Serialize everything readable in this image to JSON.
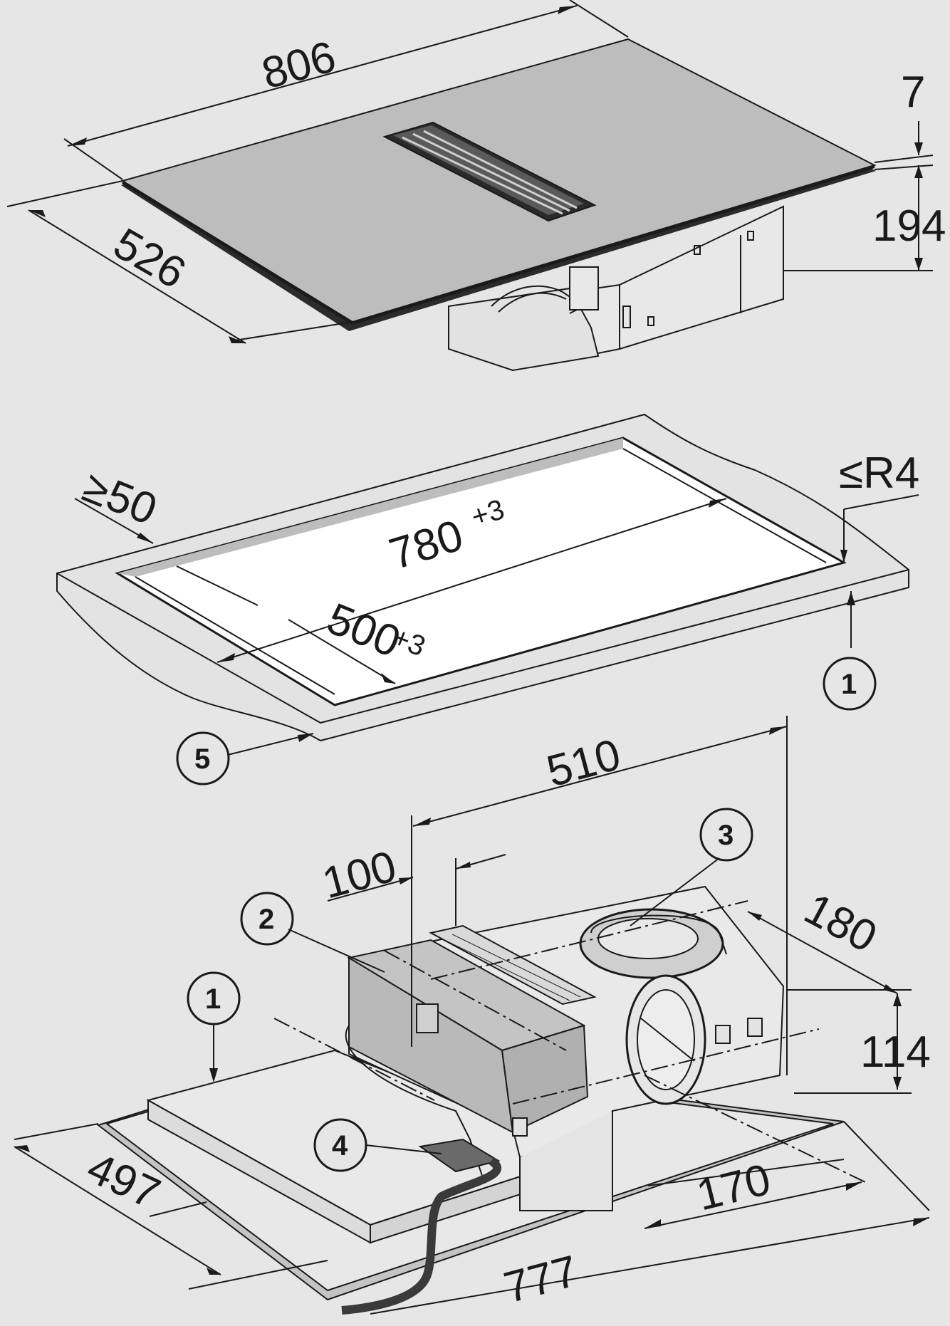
{
  "dimensions": {
    "hob_length": "806",
    "hob_depth": "526",
    "hob_top_thickness": "7",
    "hob_total_height": "194",
    "front_clearance_prefix": "≥",
    "front_clearance_value": "50",
    "corner_radius": "≤R4",
    "cutout_length": "780",
    "cutout_length_tol": "+3",
    "cutout_depth": "500",
    "cutout_depth_tol": "+3",
    "fan_overall_width": "510",
    "fan_offset": "100",
    "fan_depth": "180",
    "fan_height": "114",
    "frame_depth": "497",
    "frame_length": "777",
    "outlet_offset": "170"
  },
  "callouts": [
    "1",
    "2",
    "3",
    "4",
    "5"
  ],
  "colors": {
    "background": "#e6e6e6",
    "hob_glass": "#bdbdbd",
    "worktop": "#e3e3e3",
    "cutout": "#ffffff",
    "housing": "#e9e9e9",
    "motor_cover": "#c4c4c4",
    "cable": "#3a3a3a",
    "ink": "#1a1a1a"
  }
}
